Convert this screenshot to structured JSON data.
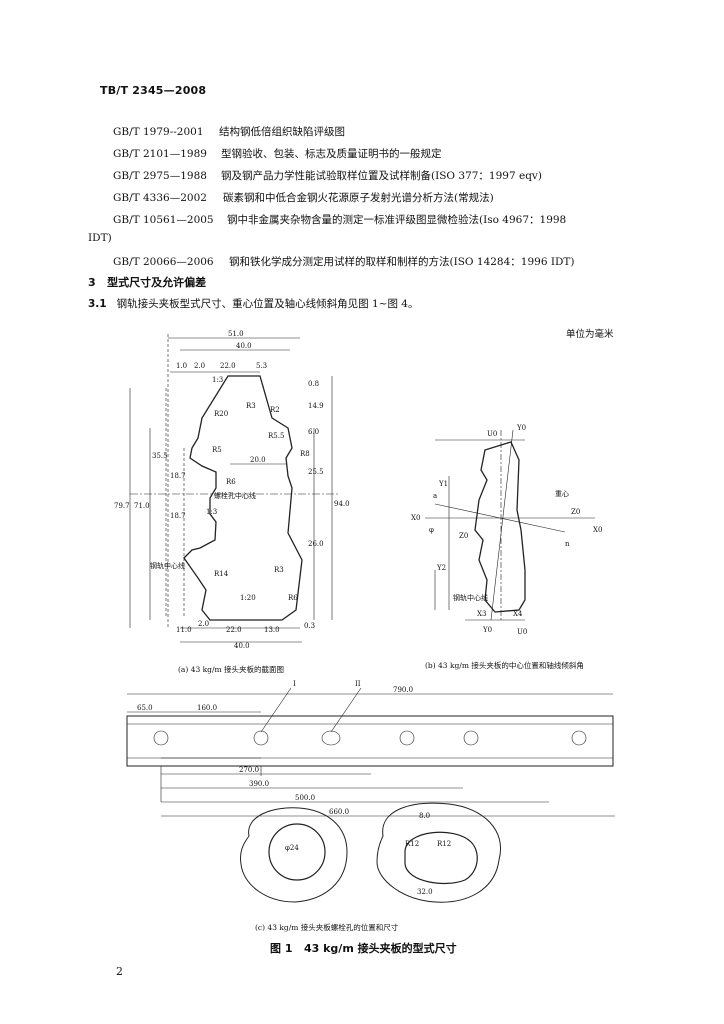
{
  "header": {
    "standard_code": "TB/T 2345—2008"
  },
  "references": [
    {
      "code": "GB/T 1979--2001",
      "title": "结构钢低倍组织缺陷评级图"
    },
    {
      "code": "GB/T 2101—1989",
      "title": "型钢验收、包装、标志及质量证明书的一般规定"
    },
    {
      "code": "GB/T 2975—1988",
      "title": "钢及钢产品力学性能试验取样位置及试样制备(ISO 377：1997 eqv)"
    },
    {
      "code": "GB/T 4336—2002",
      "title": "碳素钢和中低合金钢火花源原子发射光谱分析方法(常规法)"
    },
    {
      "code": "GB/T 10561—2005",
      "title": "钢中非金属夹杂物含量的测定一标准评级图显微检验法(Iso 4967：1998"
    },
    {
      "code": "GB/T 20066—2006",
      "title": "钢和铁化学成分测定用试样的取样和制样的方法(ISO 14284：1996 IDT)"
    }
  ],
  "ref5_continuation": "IDT)",
  "section": {
    "number": "3",
    "title": "型式尺寸及允许偏差"
  },
  "subsection": {
    "number": "3.1",
    "text": "钢轨接头夹板型式尺寸、重心位置及轴心线倾斜角见图 1~图 4。"
  },
  "unit_note": "单位为毫米",
  "drawing_a": {
    "caption": "(a) 43 kg/m 接头夹板的截面图",
    "dims": {
      "w51": "51.0",
      "w40top": "40.0",
      "d1": "1.0",
      "d2": "2.0",
      "d22": "22.0",
      "d53": "5.3",
      "slope13a": "1:3",
      "r3": "R3",
      "r20": "R20",
      "r5": "R5",
      "r2": "R2",
      "r55": "R5.5",
      "r8": "R8",
      "r6": "R6",
      "r14": "R14",
      "r3b": "R3",
      "r6b": "R6",
      "v08": "0.8",
      "v149": "14.9",
      "v60": "6.0",
      "v255": "25.5",
      "v940": "94.0",
      "v260": "26.0",
      "v03": "0.3",
      "v355": "35.5",
      "v187a": "18.7",
      "v187b": "18.7",
      "v797": "79.7",
      "v710": "71.0",
      "w200": "20.0",
      "slope13b": "1:3",
      "slope120": "1:20",
      "b110": "11.0",
      "b20": "2.0",
      "b220": "22.0",
      "b130": "13.0",
      "b400": "40.0",
      "bolt_line": "螺栓孔中心线",
      "rail_line": "钢轨中心线"
    }
  },
  "drawing_b": {
    "caption": "(b) 43 kg/m 接头夹板的中心位置和轴线倾斜角",
    "labels": {
      "u0": "U0",
      "y0": "Y0",
      "y1": "Y1",
      "a": "a",
      "cg": "重心",
      "x0l": "X0",
      "x0r": "X0",
      "phi": "φ",
      "z0l": "Z0",
      "z0r": "Z0",
      "n": "n",
      "y2": "Y2",
      "x3": "X3",
      "x4": "X4",
      "y0b": "Y0",
      "u0b": "U0",
      "rail": "钢轨中心线"
    }
  },
  "drawing_c": {
    "caption": "(c) 43 kg/m 接头夹板螺栓孔的位置和尺寸",
    "labels": {
      "m1": "I",
      "m2": "II",
      "l790": "790.0",
      "l65": "65.0",
      "l160": "160.0",
      "l270": "270.0",
      "l390": "390.0",
      "l500": "500.0",
      "l660": "660.0",
      "d24": "φ24",
      "w8": "8.0",
      "r12a": "R12",
      "r12b": "R12",
      "w32": "32.0"
    }
  },
  "figure": {
    "label": "图 1",
    "title": "43 kg/m 接头夹板的型式尺寸"
  },
  "page_number": "2"
}
